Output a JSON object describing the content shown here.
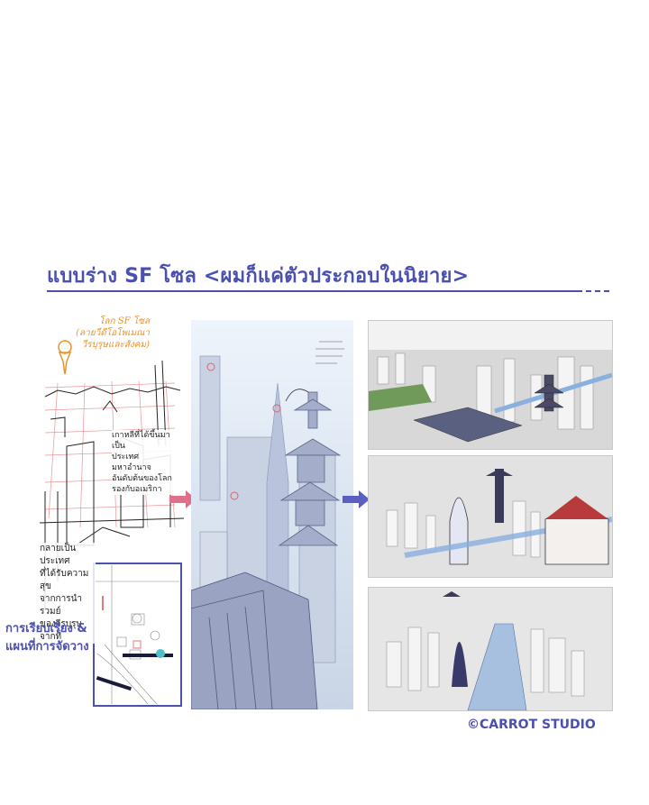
{
  "title": "แบบร่าง SF โซล <ผมก็แค่ตัวประกอบในนิยาย>",
  "sketch_notes": {
    "top_orange": [
      "โลก SF โซล",
      "(ลายวีดีโอโพเมณา",
      "วีรบุรุษและสังคม)"
    ],
    "middle_black": [
      "เกาหลีที่ได้ขึ้นมาเป็น",
      "ประเทศมหาอำนาจ",
      "อันดับต้นของโลก",
      "รองกับอเมริกา"
    ],
    "bottom_black": [
      "กลายเป็นประเทศ",
      "ที่ได้รับความสุข",
      "จากการนำรวมย์",
      "ของวีรบุรุษจากที่"
    ]
  },
  "map_label": [
    "การเรียบเรียง &",
    "แผนที่การจัดวาง"
  ],
  "credit": "©CARROT STUDIO",
  "colors": {
    "accent": "#4a4fb0",
    "orange": "#e8922c",
    "arrow_pink": "#e0708a",
    "arrow_blue": "#5a5fc0"
  }
}
